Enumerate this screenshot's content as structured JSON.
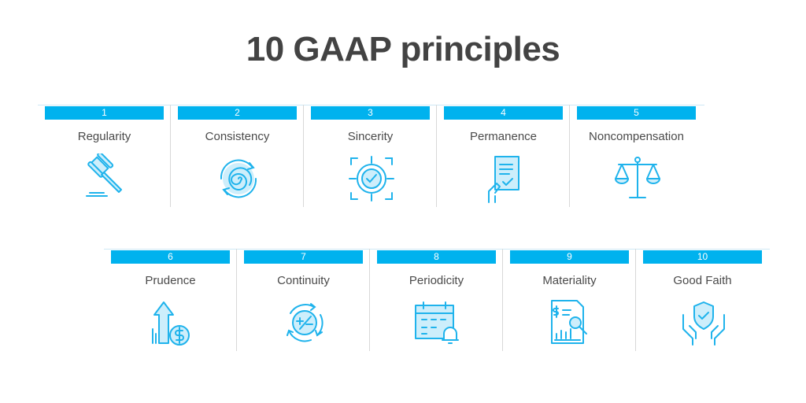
{
  "title": "10 GAAP principles",
  "colors": {
    "accent": "#00b2ee",
    "icon_fill": "#cdeefb",
    "text": "#4a4a4a"
  },
  "principles": [
    {
      "number": "1",
      "label": "Regularity",
      "icon": "gavel-icon"
    },
    {
      "number": "2",
      "label": "Consistency",
      "icon": "spiral-cycle-icon"
    },
    {
      "number": "3",
      "label": "Sincerity",
      "icon": "target-check-icon"
    },
    {
      "number": "4",
      "label": "Permanence",
      "icon": "document-hand-icon"
    },
    {
      "number": "5",
      "label": "Noncompensation",
      "icon": "balance-scale-icon"
    },
    {
      "number": "6",
      "label": "Prudence",
      "icon": "arrow-up-dollar-icon"
    },
    {
      "number": "7",
      "label": "Continuity",
      "icon": "plus-minus-cycle-icon"
    },
    {
      "number": "8",
      "label": "Periodicity",
      "icon": "calendar-bell-icon"
    },
    {
      "number": "9",
      "label": "Materiality",
      "icon": "report-magnifier-icon"
    },
    {
      "number": "10",
      "label": "Good Faith",
      "icon": "hands-shield-icon"
    }
  ]
}
